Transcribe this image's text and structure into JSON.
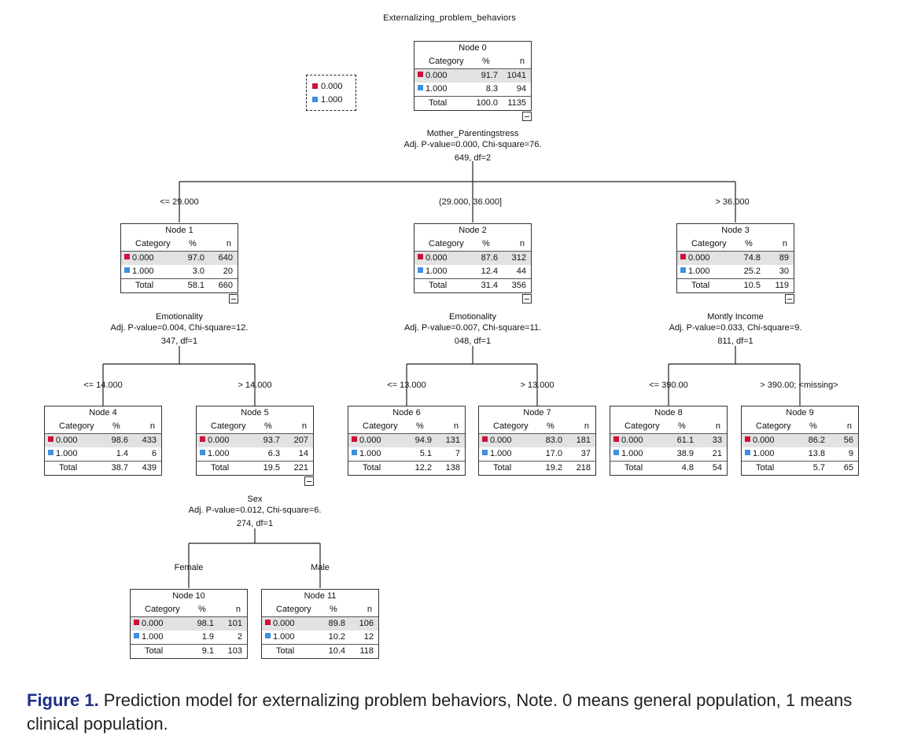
{
  "title": "Externalizing_problem_behaviors",
  "legend": [
    {
      "label": "0.000",
      "color": "#d0103a"
    },
    {
      "label": "1.000",
      "color": "#3f8fe0"
    }
  ],
  "table_headers": {
    "category": "Category",
    "percent": "%",
    "n": "n",
    "total": "Total"
  },
  "nodes": [
    {
      "title": "Node 0",
      "rows": [
        {
          "cat": "0.000",
          "pct": "91.7",
          "n": "1041"
        },
        {
          "cat": "1.000",
          "pct": "8.3",
          "n": "94"
        }
      ],
      "total_pct": "100.0",
      "total_n": "1135"
    },
    {
      "title": "Node 1",
      "rows": [
        {
          "cat": "0.000",
          "pct": "97.0",
          "n": "640"
        },
        {
          "cat": "1.000",
          "pct": "3.0",
          "n": "20"
        }
      ],
      "total_pct": "58.1",
      "total_n": "660"
    },
    {
      "title": "Node 2",
      "rows": [
        {
          "cat": "0.000",
          "pct": "87.6",
          "n": "312"
        },
        {
          "cat": "1.000",
          "pct": "12.4",
          "n": "44"
        }
      ],
      "total_pct": "31.4",
      "total_n": "356"
    },
    {
      "title": "Node 3",
      "rows": [
        {
          "cat": "0.000",
          "pct": "74.8",
          "n": "89"
        },
        {
          "cat": "1.000",
          "pct": "25.2",
          "n": "30"
        }
      ],
      "total_pct": "10.5",
      "total_n": "119"
    },
    {
      "title": "Node 4",
      "rows": [
        {
          "cat": "0.000",
          "pct": "98.6",
          "n": "433"
        },
        {
          "cat": "1.000",
          "pct": "1.4",
          "n": "6"
        }
      ],
      "total_pct": "38.7",
      "total_n": "439"
    },
    {
      "title": "Node 5",
      "rows": [
        {
          "cat": "0.000",
          "pct": "93.7",
          "n": "207"
        },
        {
          "cat": "1.000",
          "pct": "6.3",
          "n": "14"
        }
      ],
      "total_pct": "19.5",
      "total_n": "221"
    },
    {
      "title": "Node 6",
      "rows": [
        {
          "cat": "0.000",
          "pct": "94.9",
          "n": "131"
        },
        {
          "cat": "1.000",
          "pct": "5.1",
          "n": "7"
        }
      ],
      "total_pct": "12.2",
      "total_n": "138"
    },
    {
      "title": "Node 7",
      "rows": [
        {
          "cat": "0.000",
          "pct": "83.0",
          "n": "181"
        },
        {
          "cat": "1.000",
          "pct": "17.0",
          "n": "37"
        }
      ],
      "total_pct": "19.2",
      "total_n": "218"
    },
    {
      "title": "Node 8",
      "rows": [
        {
          "cat": "0.000",
          "pct": "61.1",
          "n": "33"
        },
        {
          "cat": "1.000",
          "pct": "38.9",
          "n": "21"
        }
      ],
      "total_pct": "4.8",
      "total_n": "54"
    },
    {
      "title": "Node 9",
      "rows": [
        {
          "cat": "0.000",
          "pct": "86.2",
          "n": "56"
        },
        {
          "cat": "1.000",
          "pct": "13.8",
          "n": "9"
        }
      ],
      "total_pct": "5.7",
      "total_n": "65"
    },
    {
      "title": "Node 10",
      "rows": [
        {
          "cat": "0.000",
          "pct": "98.1",
          "n": "101"
        },
        {
          "cat": "1.000",
          "pct": "1.9",
          "n": "2"
        }
      ],
      "total_pct": "9.1",
      "total_n": "103"
    },
    {
      "title": "Node 11",
      "rows": [
        {
          "cat": "0.000",
          "pct": "89.8",
          "n": "106"
        },
        {
          "cat": "1.000",
          "pct": "10.2",
          "n": "12"
        }
      ],
      "total_pct": "10.4",
      "total_n": "118"
    }
  ],
  "splits": [
    {
      "variable": "Mother_Parentingstress",
      "stats": "Adj. P-value=0.000, Chi-square=76.",
      "stats2": "649, df=2"
    },
    {
      "variable": "Emotionality",
      "stats": "Adj. P-value=0.004, Chi-square=12.",
      "stats2": "347, df=1"
    },
    {
      "variable": "Emotionality",
      "stats": "Adj. P-value=0.007, Chi-square=11.",
      "stats2": "048, df=1"
    },
    {
      "variable": "Montly Income",
      "stats": "Adj. P-value=0.033, Chi-square=9.",
      "stats2": "811, df=1"
    },
    {
      "variable": "Sex",
      "stats": "Adj. P-value=0.012, Chi-square=6.",
      "stats2": "274, df=1"
    }
  ],
  "branches": [
    "<= 29.000",
    "(29.000, 36.000]",
    "> 36.000",
    "<= 14.000",
    "> 14.000",
    "<= 13.000",
    "> 13.000",
    "<= 390.00",
    "> 390.00; <missing>",
    "Female",
    "Male"
  ],
  "caption": {
    "label": "Figure 1.",
    "text": " Prediction model for externalizing problem behaviors, Note. 0 means general population, 1 means clinical population."
  }
}
